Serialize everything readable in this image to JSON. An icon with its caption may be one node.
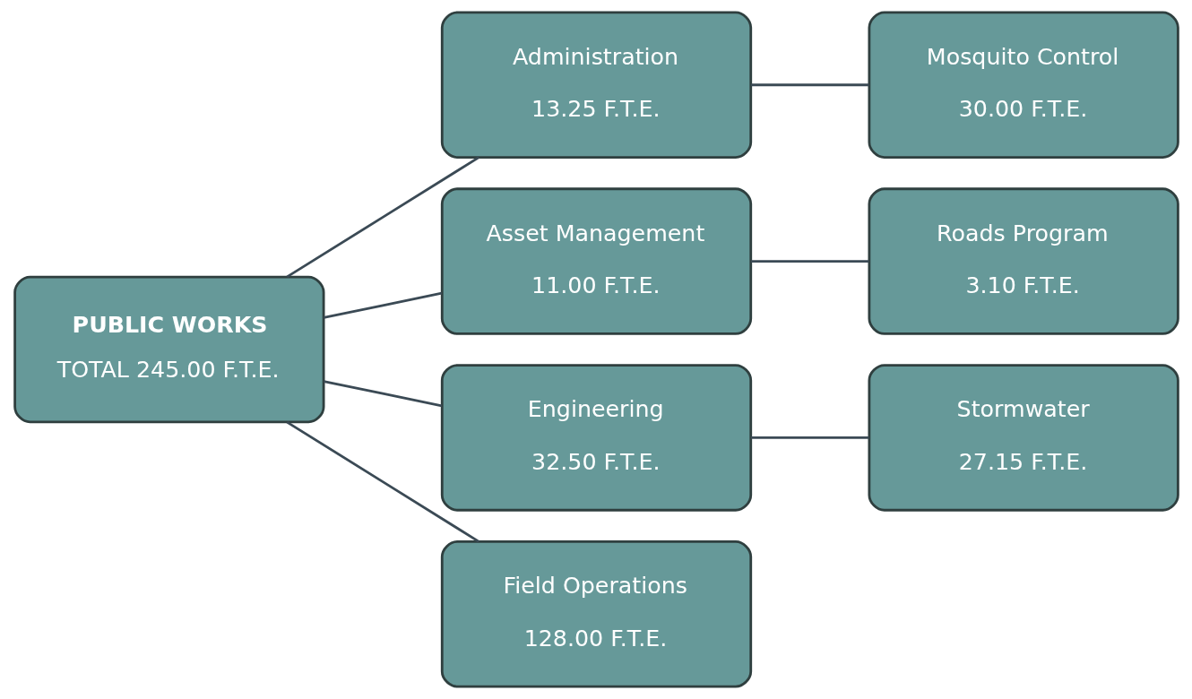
{
  "diagram": {
    "nodes": [
      {
        "text": [
          "PUBLIC WORKS",
          "TOTAL 245.00 F.T.E."
        ]
      },
      {
        "text": [
          "Administration",
          "13.25 F.T.E."
        ]
      },
      {
        "text": [
          "Asset Management",
          "11.00 F.T.E."
        ]
      },
      {
        "text": [
          "Engineering",
          "32.50 F.T.E."
        ]
      },
      {
        "text": [
          "Field Operations",
          "128.00 F.T.E."
        ]
      },
      {
        "text": [
          "Mosquito Control",
          "30.00 F.T.E."
        ]
      },
      {
        "text": [
          "Roads Program",
          "3.10 F.T.E."
        ]
      },
      {
        "text": [
          "Stormwater",
          "27.15 F.T.E."
        ]
      }
    ],
    "edges": [
      {
        "from": 0,
        "to": 1,
        "arrow": "none"
      },
      {
        "from": 0,
        "to": 2,
        "arrow": "none"
      },
      {
        "from": 0,
        "to": 3,
        "arrow": "none"
      },
      {
        "from": 0,
        "to": 4,
        "arrow": "none"
      },
      {
        "from": 1,
        "to": 5,
        "arrow": "none"
      },
      {
        "from": 2,
        "to": 6,
        "arrow": "none"
      },
      {
        "from": 3,
        "to": 7,
        "arrow": "none"
      }
    ]
  }
}
